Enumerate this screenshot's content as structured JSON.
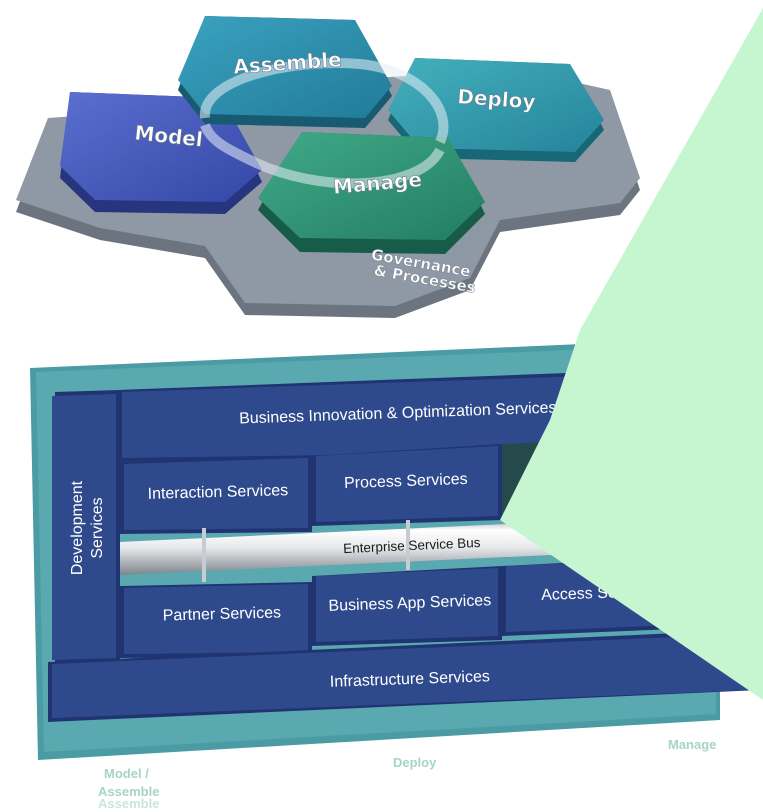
{
  "lifecycle": {
    "model": "Model",
    "assemble": "Assemble",
    "deploy": "Deploy",
    "manage": "Manage",
    "governance_line1": "Governance",
    "governance_line2": "& Processes"
  },
  "architecture": {
    "business_innovation": "Business Innovation & Optimization Services",
    "development_line1": "Development",
    "development_line2": "Services",
    "interaction": "Interaction Services",
    "process": "Process Services",
    "esb": "Enterprise Service Bus",
    "partner": "Partner Services",
    "business_app": "Business App Services",
    "access": "Access Services",
    "infrastructure": "Infrastructure Services"
  },
  "footer": {
    "model_assemble_1": "Model /",
    "model_assemble_2": "Assemble",
    "deploy": "Deploy",
    "manage": "Manage"
  },
  "colors": {
    "model": "#4256b8",
    "assemble": "#2a8aa9",
    "deploy": "#2f98a6",
    "manage": "#2e9677",
    "slab": "#8a93a1",
    "service_block": "#2f4a8c",
    "platform": "#4a9ba4",
    "projection": "#c6f6cf"
  }
}
